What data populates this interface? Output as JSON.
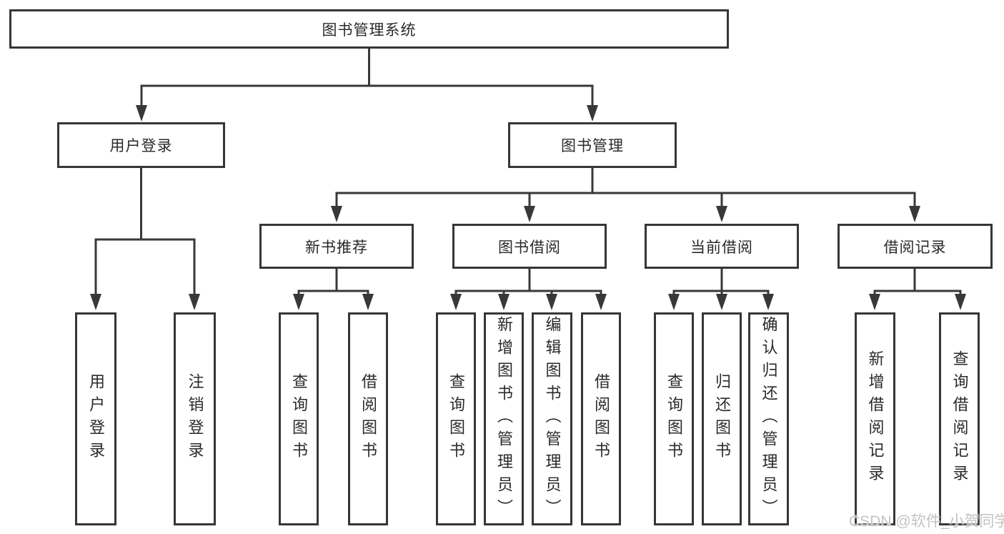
{
  "diagram": {
    "title": "图书管理系统",
    "watermark": "CSDN @软件_小贺同学",
    "colors": {
      "background": "#ffffff",
      "line": "#383838",
      "box_border": "#363636",
      "text": "#2a2a2a",
      "watermark": "#c3c3c3"
    },
    "nodes": {
      "system": "图书管理系统",
      "user_login": "用户登录",
      "book_management": "图书管理",
      "leaf_user_login": "用户登录",
      "leaf_logout": "注销登录",
      "new_book_recommend": "新书推荐",
      "book_borrow": "图书借阅",
      "current_borrow": "当前借阅",
      "borrow_records": "借阅记录",
      "nb_query_books": "查询图书",
      "nb_borrow_books": "借阅图书",
      "bb_query_books": "查询图书",
      "bb_add_books_admin": "新增图书（管理员）",
      "bb_edit_books_admin": "编辑图书（管理员）",
      "bb_borrow_books": "借阅图书",
      "cb_query_books": "查询图书",
      "cb_return_books": "归还图书",
      "cb_confirm_return_admin": "确认归还（管理员）",
      "br_add_record": "新增借阅记录",
      "br_query_record": "查询借阅记录"
    },
    "hierarchy": {
      "图书管理系统": {
        "用户登录": [
          "用户登录",
          "注销登录"
        ],
        "图书管理": {
          "新书推荐": [
            "查询图书",
            "借阅图书"
          ],
          "图书借阅": [
            "查询图书",
            "新增图书（管理员）",
            "编辑图书（管理员）",
            "借阅图书"
          ],
          "当前借阅": [
            "查询图书",
            "归还图书",
            "确认归还（管理员）"
          ],
          "借阅记录": [
            "新增借阅记录",
            "查询借阅记录"
          ]
        }
      }
    }
  }
}
